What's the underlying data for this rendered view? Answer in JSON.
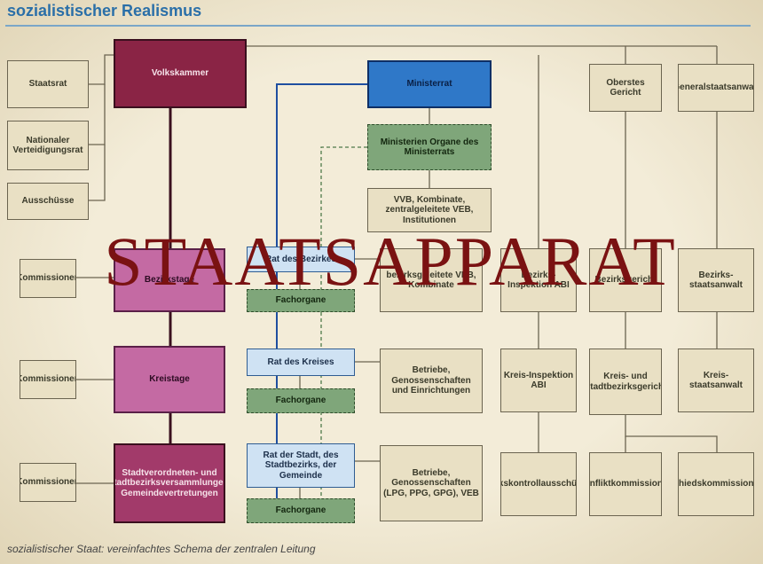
{
  "header": {
    "title": "sozialistischer Realismus"
  },
  "caption": "sozialistischer Staat: vereinfachtes Schema der zentralen Leitung",
  "watermark": "STAATSAPPARAT",
  "boxes": {
    "staatsrat": "Staatsrat",
    "verteidigungsrat": "Nationaler Verteidigungsrat",
    "ausschuesse": "Ausschüsse",
    "volkskammer": "Volkskammer",
    "ministerrat": "Ministerrat",
    "ministerien": "Ministerien Organe des Ministerrats",
    "vvb": "VVB, Kombinate, zentralgeleitete VEB, Institutionen",
    "oberstes_gericht": "Oberstes Gericht",
    "generalstaatsanwalt": "Generalstaatsanwalt",
    "kommissionen_bezirk": "Kommissionen",
    "bezirkstage": "Bezirkstage",
    "rat_bezirk": "Rat des Bezirkes",
    "fachorgane_bezirk": "Fachorgane",
    "bezirksgeleitete": "bezirksgeleitete VEB, Kombinate",
    "bezirksinspektion": "Bezirks-Inspektion ABI",
    "bezirksgericht": "Bezirksgericht",
    "bezirksstaatsanwalt": "Bezirks-staatsanwalt",
    "kommissionen_kreis": "Kommissionen",
    "kreistage": "Kreistage",
    "rat_kreis": "Rat des Kreises",
    "fachorgane_kreis": "Fachorgane",
    "betriebe_kreis": "Betriebe, Genossenschaften und Einrichtungen",
    "kreisinspektion": "Kreis-Inspektion ABI",
    "kreisgericht": "Kreis- und Stadtbezirksgericht",
    "kreisstaatsanwalt": "Kreis-staatsanwalt",
    "kommissionen_stadt": "Kommissionen",
    "stadtverordnete": "Stadtverordneten- und Stadtbezirksversammlungen, Gemeindevertretungen",
    "rat_stadt": "Rat der Stadt, des Stadtbezirks, der Gemeinde",
    "fachorgane_stadt": "Fachorgane",
    "betriebe_stadt": "Betriebe, Genossenschaften (LPG, PPG, GPG), VEB",
    "volkskontroll": "Volkskontrollausschüsse",
    "konflikt": "Konfliktkommissionen",
    "schiedskommissionen": "Schiedskommissionen"
  },
  "colors": {
    "volksvertretung_dark": "#8a2445",
    "volksvertretung": "#c46aa3",
    "exekutive": "#2f78c8",
    "exekutive_light": "#cfe2f3",
    "fachorgane": "#7fa67a",
    "sonstige": "#e9e0c4",
    "watermark": "#7a1212"
  }
}
